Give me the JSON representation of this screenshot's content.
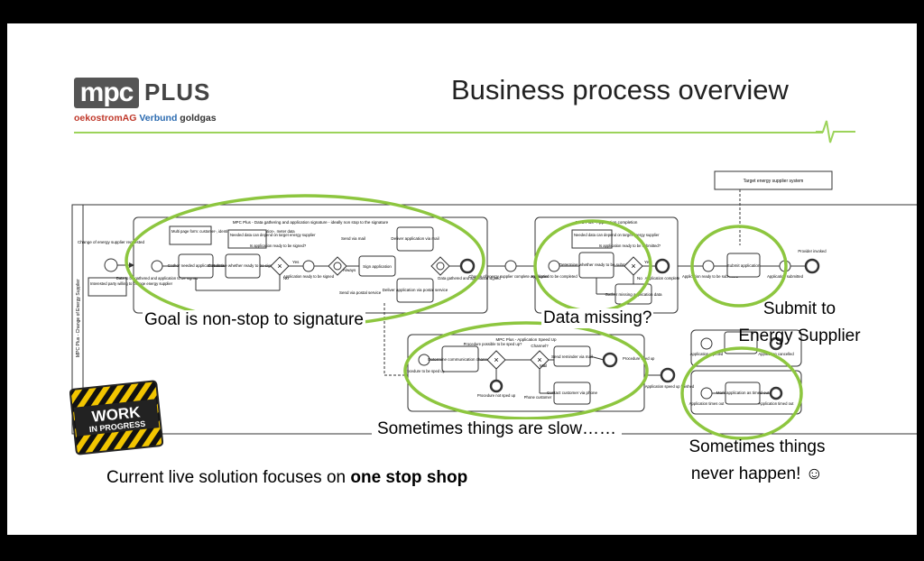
{
  "logo": {
    "mpc": "mpc",
    "plus": "PLUS",
    "partner1": "oekostromAG",
    "partner2": "Verbund",
    "partner3": "goldgas"
  },
  "title": "Business process overview",
  "annotations": {
    "goal": "Goal is non-stop to signature",
    "missing": "Data missing?",
    "submit_line1": "Submit to",
    "submit_line2": "Energy Supplier",
    "slow": "Sometimes things are slow……",
    "never_line1": "Sometimes things",
    "never_line2": "never happen! ☺",
    "footer_prefix": "Current live solution focuses on ",
    "footer_bold": "one stop shop"
  },
  "wip_sign": {
    "line1": "WORK",
    "line2": "IN PROGRESS"
  },
  "diagram": {
    "pool_label": "MPC Plus - Change of Energy Supplier",
    "target_pool": "Target energy supplier system",
    "sub_gathering": "MPC Plus - Data gathering and application signature - ideally non stop to the signature",
    "sub_completion": "MPC Plus - Application completion",
    "sub_speedup": "MPC Plus - Application Speed Up",
    "start1": "Change of energy supplier requested",
    "start2": "Interested party willing to change energy supplier",
    "data_to_gather": "Data to be gathered and application to be signed",
    "multipage": "Multi page form: customer-, identity-, payment-, authorisation-, meter data",
    "gather": "Gather needed application data",
    "needed_note": "Needed data can depend on target energy supplier",
    "determine_sign": "Determine whether ready to be signed",
    "ready_sign_q": "Is application ready to be signed?",
    "yes": "Yes",
    "no": "No",
    "app_ready_sign": "Application ready to be signed",
    "send_mail": "Send via mail",
    "always": "Always",
    "send_postal": "Send via postal service",
    "deliver_mail": "Deliver application via mail",
    "sign_app": "Sign application",
    "deliver_postal": "Deliver application via postal service",
    "gathered_signed": "Data gathered and application signed",
    "change_complete": "Change of energy supplier complete and signed",
    "to_be_completed": "Application to be completed",
    "needed_note2": "Needed data can depend on target energy supplier",
    "determine_submit": "Determine whether ready to be submitted",
    "ready_submit_q": "Is application ready to be submitted?",
    "app_complete": "Application complete",
    "gather_missing": "Gather missing application data",
    "ready_submitted": "Application ready to be submitted",
    "submit": "Submit application",
    "submitted": "Application submitted",
    "provider_invoked": "Provider invoked",
    "proc_speed": "Procedure to be sped up",
    "determine_comm": "Determine communication channels",
    "proc_possible_q": "Procedure possible to be sped up?",
    "proc_not": "Procedure not sped up",
    "channel_q": "Channel?",
    "mail": "Mail",
    "phone": "Phone customer",
    "send_reminder": "Send reminder via mail",
    "contact_phone": "Contact customer via phone",
    "proc_sped": "Procedure sped up",
    "speed_finished": "Application speed up finished",
    "app_rejected": "Application rejected",
    "app_cancelled": "Application cancelled",
    "times_out": "Application times out",
    "mark_timed_out": "Mark application as timed out",
    "timed_out": "Application timed out"
  }
}
